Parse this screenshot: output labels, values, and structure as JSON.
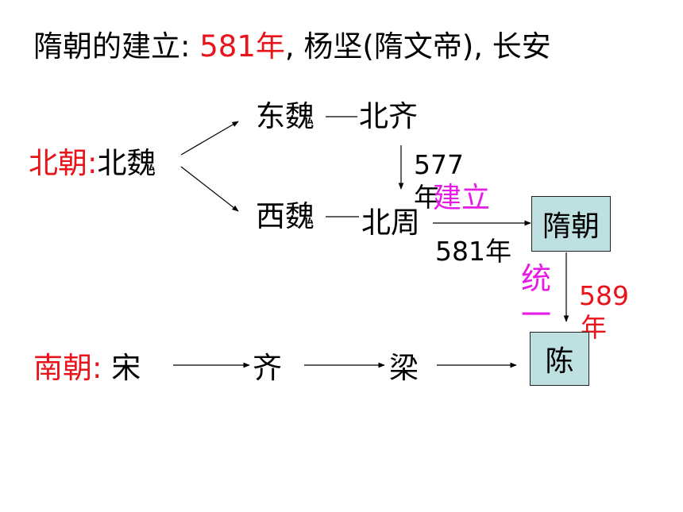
{
  "title": {
    "prefix": "隋朝的建立: ",
    "year": "581年",
    "suffix": ", 杨坚(隋文帝), 长安"
  },
  "north": {
    "label": "北朝:",
    "origin": "北魏",
    "east_wei": "东魏",
    "northern_qi": "北齐",
    "west_wei": "西魏",
    "northern_zhou": "北周",
    "qi_to_zhou_year": "577",
    "qi_to_zhou_year_unit": "年"
  },
  "sui": {
    "establish_label": "建立",
    "establish_year": "581年",
    "box_label": "隋朝",
    "unify_char_1": "统",
    "unify_char_2": "一",
    "unify_year": "589",
    "unify_year_unit": "年"
  },
  "south": {
    "label": "南朝:",
    "song": "宋",
    "qi": "齐",
    "liang": "梁",
    "chen": "陈"
  },
  "colors": {
    "red": "#e8141a",
    "magenta": "#e61be6",
    "box_fill": "#bfe0e0"
  }
}
